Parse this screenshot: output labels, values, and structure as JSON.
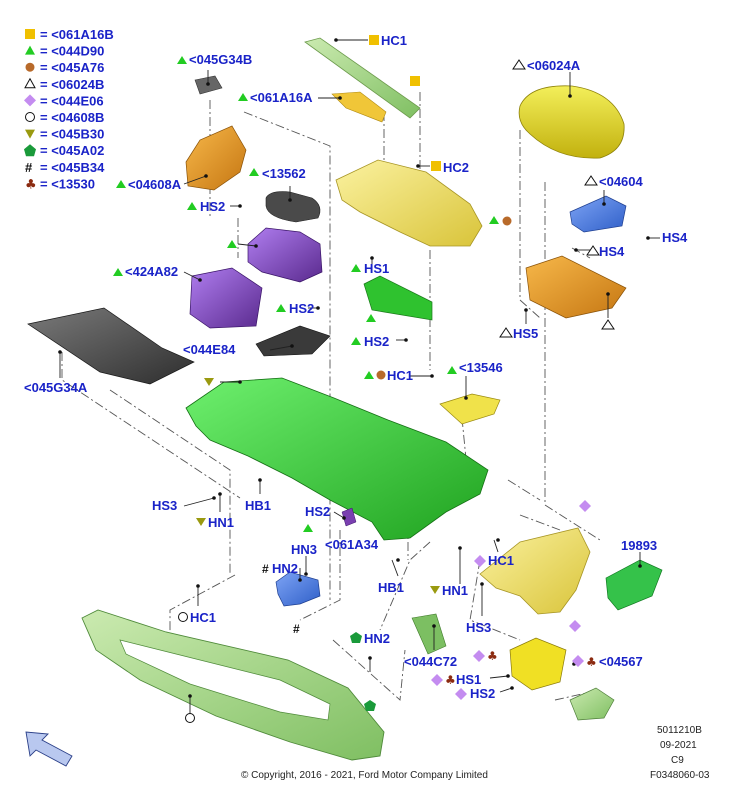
{
  "legend": [
    {
      "symbol": "square",
      "color": "#f0c000",
      "text": "= <061A16B"
    },
    {
      "symbol": "triangle",
      "color": "#22cc22",
      "text": "= <044D90"
    },
    {
      "symbol": "circle",
      "color": "#b86a2a",
      "text": "= <045A76"
    },
    {
      "symbol": "triangle-outline",
      "color": "#111111",
      "text": "= <06024B"
    },
    {
      "symbol": "diamond",
      "color": "#c48cf0",
      "text": "= <044E06"
    },
    {
      "symbol": "circle-outline",
      "color": "#111111",
      "text": "= <04608B"
    },
    {
      "symbol": "triangle-down",
      "color": "#9a9a10",
      "text": "= <045B30"
    },
    {
      "symbol": "pentagon",
      "color": "#1a9a3a",
      "text": "= <045A02"
    },
    {
      "symbol": "hash",
      "color": "#111111",
      "text": "= <045B34"
    },
    {
      "symbol": "club",
      "color": "#8b2a10",
      "text": "= <13530"
    }
  ],
  "labels": {
    "hc1_top": "HC1",
    "p045g34b": "<045G34B",
    "p061a16a": "<061A16A",
    "p06024a": "<06024A",
    "hc2": "HC2",
    "p04608a": "<04608A",
    "p13562": "<13562",
    "hs2_a": "HS2",
    "p04604": "<04604",
    "hs4_a": "HS4",
    "hs4_b": "HS4",
    "p424a82": "<424A82",
    "hs1_a": "HS1",
    "hs2_b": "HS2",
    "hs5": "HS5",
    "p044e84": "<044E84",
    "hs2_c": "HS2",
    "hc1_mid": "HC1",
    "p045g34a": "<045G34A",
    "p13546": "<13546",
    "hs3_a": "HS3",
    "hn1_a": "HN1",
    "hb1_a": "HB1",
    "hs2_d": "HS2",
    "p061a34": "<061A34",
    "hn3": "HN3",
    "hn2_a": "HN2",
    "hc1_right": "HC1",
    "p19893": "19893",
    "hb1_b": "HB1",
    "hn1_b": "HN1",
    "hc1_left": "HC1",
    "hs3_b": "HS3",
    "hn2_b": "HN2",
    "p044c72": "<044C72",
    "p04567": "<04567",
    "hs1_b": "HS1",
    "hs2_e": "HS2"
  },
  "colors": {
    "label": "#1a23c8",
    "green_bin": "#3fd23f",
    "yellow": "#f0e06a",
    "orange": "#e79a2a",
    "purple": "#7a3fb0",
    "blue": "#4f7fe0",
    "gray_mat": "#555555",
    "pale_green": "#a8d88a"
  },
  "footer": {
    "copyright": "© Copyright, 2016 - 2021, Ford Motor Company Limited",
    "code1": "5011210B",
    "code2": "09-2021",
    "code3": "C9",
    "code4": "F0348060-03"
  }
}
